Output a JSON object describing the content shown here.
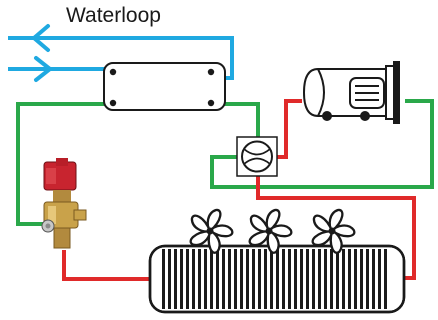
{
  "diagram": {
    "title": "Waterloop",
    "colors": {
      "water": "#1fa9e1",
      "cold_line": "#2aa84a",
      "hot_line": "#e02a2a",
      "outline": "#1a1a1a",
      "valve_body": "#c9a24a",
      "solenoid": "#c8242f"
    },
    "components": [
      "water-heat-exchanger",
      "compressor",
      "four-way-valve",
      "expansion-valve",
      "air-coil",
      "fan"
    ]
  }
}
